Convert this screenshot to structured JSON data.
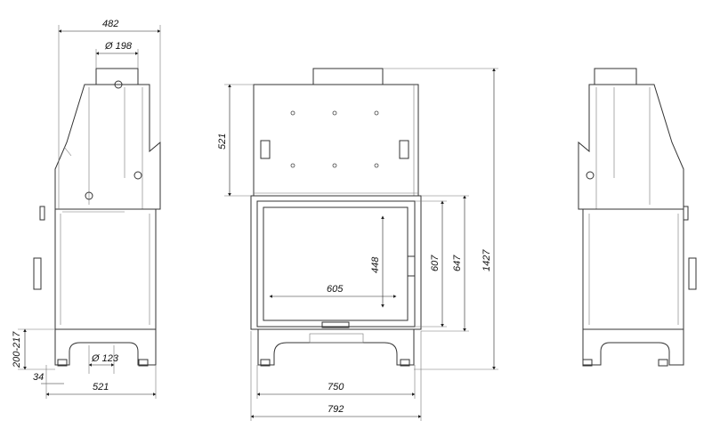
{
  "title": "Fireplace insert dimensional drawing",
  "views": {
    "left_side": {
      "width_top": "482",
      "flue_diameter": "Ø 198",
      "leg_height": "200-217",
      "leg_offset": "34",
      "depth": "521",
      "air_inlet_diameter": "Ø 123"
    },
    "front": {
      "upper_height": "521",
      "glass_height": "448",
      "glass_width": "605",
      "door_height": "607",
      "front_height": "647",
      "total_height": "1427",
      "inner_width": "750",
      "total_width": "792"
    }
  }
}
